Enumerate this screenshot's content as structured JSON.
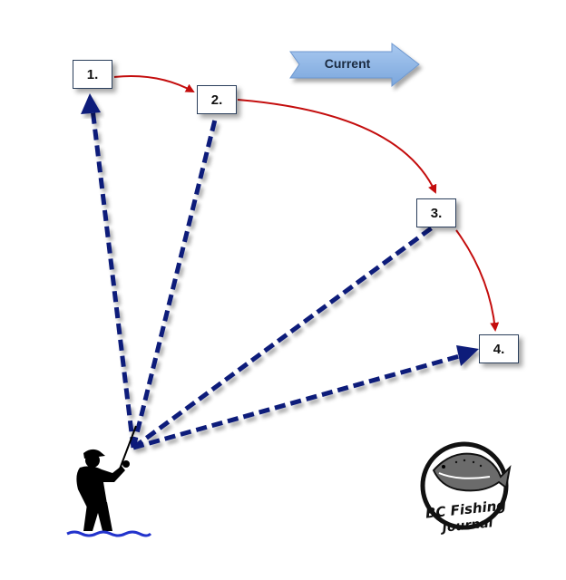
{
  "positions": [
    {
      "label": "1."
    },
    {
      "label": "2."
    },
    {
      "label": "3."
    },
    {
      "label": "4."
    }
  ],
  "current": {
    "label": "Current"
  },
  "logo": {
    "line1": "BC Fishing",
    "line2": "Journal"
  },
  "colors": {
    "cast_line": "#0b1a7a",
    "drift_arrow": "#c40d0d",
    "current_arrow": "#8db6e6",
    "box_border": "#2b3f5c",
    "water": "#2233cc"
  },
  "icons": {
    "angler": "angler-silhouette-icon",
    "fish": "trout-icon"
  }
}
